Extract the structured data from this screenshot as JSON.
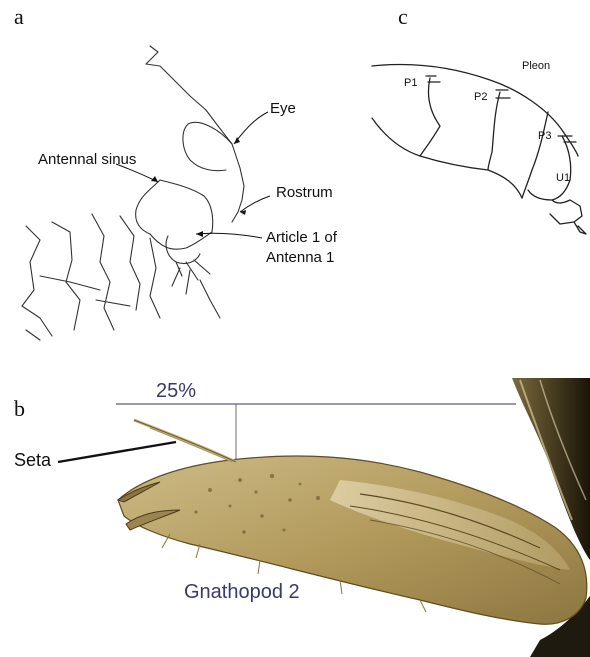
{
  "panels": {
    "a": {
      "letter": "a",
      "labels": {
        "eye": "Eye",
        "antennal_sinus": "Antennal sinus",
        "rostrum": "Rostrum",
        "article_line1": "Article 1 of",
        "article_line2": "Antenna 1"
      }
    },
    "b": {
      "letter": "b",
      "labels": {
        "percent": "25%",
        "seta": "Seta",
        "gnathopod": "Gnathopod 2"
      }
    },
    "c": {
      "letter": "c",
      "labels": {
        "pleon": "Pleon",
        "p1": "P1",
        "p2": "P2",
        "p3": "P3",
        "u1": "U1"
      }
    }
  },
  "colors": {
    "line": "#222222",
    "photo_label": "#3a3a6a",
    "specimen_light": "#d8c79a",
    "specimen_dark": "#6b5a2f",
    "guide_line": "#9a9aa6"
  }
}
